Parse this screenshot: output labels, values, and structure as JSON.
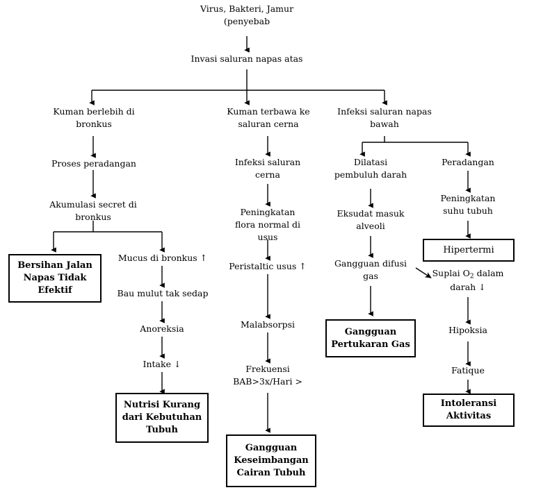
{
  "diagram": {
    "title": "Pathway diagram",
    "colors": {
      "stroke": "#000000",
      "text": "#000000",
      "background": "#ffffff"
    },
    "nodes": [
      {
        "id": "n1",
        "label": "Virus, Bakteri, Jamur\n(penyebab",
        "boxed": false
      },
      {
        "id": "n2",
        "label": "Invasi saluran napas atas",
        "boxed": false
      },
      {
        "id": "n3",
        "label": "Kuman berlebih di\nbronkus",
        "boxed": false
      },
      {
        "id": "n4",
        "label": "Kuman terbawa ke\nsaluran cerna",
        "boxed": false
      },
      {
        "id": "n5",
        "label": "Infeksi saluran napas\nbawah",
        "boxed": false
      },
      {
        "id": "n6",
        "label": "Proses peradangan",
        "boxed": false
      },
      {
        "id": "n7",
        "label": "Akumulasi secret di\nbronkus",
        "boxed": false
      },
      {
        "id": "n8",
        "label": "Bersihan Jalan\nNapas Tidak\nEfektif",
        "boxed": true
      },
      {
        "id": "n9",
        "label": "Mucus di bronkus ↑",
        "boxed": false
      },
      {
        "id": "n10",
        "label": "Bau mulut tak sedap",
        "boxed": false
      },
      {
        "id": "n11",
        "label": "Anoreksia",
        "boxed": false
      },
      {
        "id": "n12",
        "label": "Intake ↓",
        "boxed": false
      },
      {
        "id": "n13",
        "label": "Nutrisi Kurang\ndari Kebutuhan\nTubuh",
        "boxed": true
      },
      {
        "id": "n14",
        "label": "Infeksi saluran\ncerna",
        "boxed": false
      },
      {
        "id": "n15",
        "label": "Peningkatan\nflora normal di\nusus",
        "boxed": false
      },
      {
        "id": "n16",
        "label": "Peristaltic usus ↑",
        "boxed": false
      },
      {
        "id": "n17",
        "label": "Malabsorpsi",
        "boxed": false
      },
      {
        "id": "n18",
        "label": "Frekuensi\nBAB>3x/Hari  >",
        "boxed": false
      },
      {
        "id": "n19",
        "label": "Gangguan\nKeseimbangan\nCairan Tubuh",
        "boxed": true
      },
      {
        "id": "n20",
        "label": "Dilatasi\npembuluh darah",
        "boxed": false
      },
      {
        "id": "n21",
        "label": "Peradangan",
        "boxed": false
      },
      {
        "id": "n22",
        "label": "Eksudat masuk\nalveoli",
        "boxed": false
      },
      {
        "id": "n23",
        "label": "Peningkatan\nsuhu tubuh",
        "boxed": false
      },
      {
        "id": "n24",
        "label": "Gangguan difusi\ngas",
        "boxed": false
      },
      {
        "id": "n25",
        "label": "Hipertermi",
        "boxed": true,
        "bold": false
      },
      {
        "id": "n26",
        "label": "Gangguan\nPertukaran Gas",
        "boxed": true
      },
      {
        "id": "n27",
        "label": "Suplai O2 dalam\ndarah ↓",
        "boxed": false,
        "html": "Suplai O<sub>2</sub> dalam<br>darah ↓"
      },
      {
        "id": "n28",
        "label": "Hipoksia",
        "boxed": false
      },
      {
        "id": "n29",
        "label": "Fatique",
        "boxed": false
      },
      {
        "id": "n30",
        "label": "Intoleransi\nAktivitas",
        "boxed": true
      }
    ],
    "edges": [
      {
        "from": "n1",
        "to": "n2",
        "kind": "straight"
      },
      {
        "from": "n2",
        "to": "n3",
        "kind": "fork"
      },
      {
        "from": "n2",
        "to": "n4",
        "kind": "fork"
      },
      {
        "from": "n2",
        "to": "n5",
        "kind": "fork"
      },
      {
        "from": "n3",
        "to": "n6",
        "kind": "straight"
      },
      {
        "from": "n6",
        "to": "n7",
        "kind": "straight"
      },
      {
        "from": "n7",
        "to": "n8",
        "kind": "fork"
      },
      {
        "from": "n7",
        "to": "n9",
        "kind": "fork"
      },
      {
        "from": "n9",
        "to": "n10",
        "kind": "straight"
      },
      {
        "from": "n10",
        "to": "n11",
        "kind": "straight"
      },
      {
        "from": "n11",
        "to": "n12",
        "kind": "straight"
      },
      {
        "from": "n12",
        "to": "n13",
        "kind": "straight"
      },
      {
        "from": "n4",
        "to": "n14",
        "kind": "straight"
      },
      {
        "from": "n14",
        "to": "n15",
        "kind": "straight"
      },
      {
        "from": "n15",
        "to": "n16",
        "kind": "straight"
      },
      {
        "from": "n16",
        "to": "n17",
        "kind": "straight"
      },
      {
        "from": "n17",
        "to": "n18",
        "kind": "straight"
      },
      {
        "from": "n18",
        "to": "n19",
        "kind": "straight"
      },
      {
        "from": "n5",
        "to": "n20",
        "kind": "fork"
      },
      {
        "from": "n5",
        "to": "n21",
        "kind": "fork"
      },
      {
        "from": "n20",
        "to": "n22",
        "kind": "straight"
      },
      {
        "from": "n22",
        "to": "n24",
        "kind": "straight"
      },
      {
        "from": "n24",
        "to": "n26",
        "kind": "straight"
      },
      {
        "from": "n24",
        "to": "n27",
        "kind": "diagonal"
      },
      {
        "from": "n21",
        "to": "n23",
        "kind": "straight"
      },
      {
        "from": "n23",
        "to": "n25",
        "kind": "straight"
      },
      {
        "from": "n27",
        "to": "n28",
        "kind": "straight"
      },
      {
        "from": "n28",
        "to": "n29",
        "kind": "straight"
      },
      {
        "from": "n29",
        "to": "n30",
        "kind": "straight"
      }
    ]
  }
}
